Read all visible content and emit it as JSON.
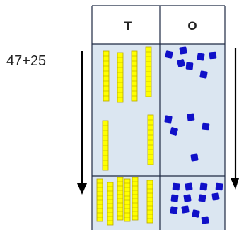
{
  "expression": "47+25",
  "columns": [
    {
      "id": "tens",
      "header": "T"
    },
    {
      "id": "ones",
      "header": "O"
    }
  ],
  "rows": [
    {
      "addend": "47",
      "tens": 4,
      "ones": 7
    },
    {
      "addend": "25",
      "tens": 2,
      "ones": 5
    },
    {
      "addend": "sum",
      "tens": 6,
      "ones": 12
    }
  ],
  "colors": {
    "header_fill": "#ffffff",
    "body_fill": "#dbe6f1",
    "grid_line": "#1f2a44",
    "ten_rod_fill": "#ffff00",
    "ten_rod_stroke": "#b8a800",
    "one_cube_fill": "#1010c8",
    "arrow": "#000000"
  },
  "icons": {
    "ten_rod": "yellow-ten-rod",
    "one_cube": "blue-unit-cube",
    "arrow": "down-arrow"
  }
}
